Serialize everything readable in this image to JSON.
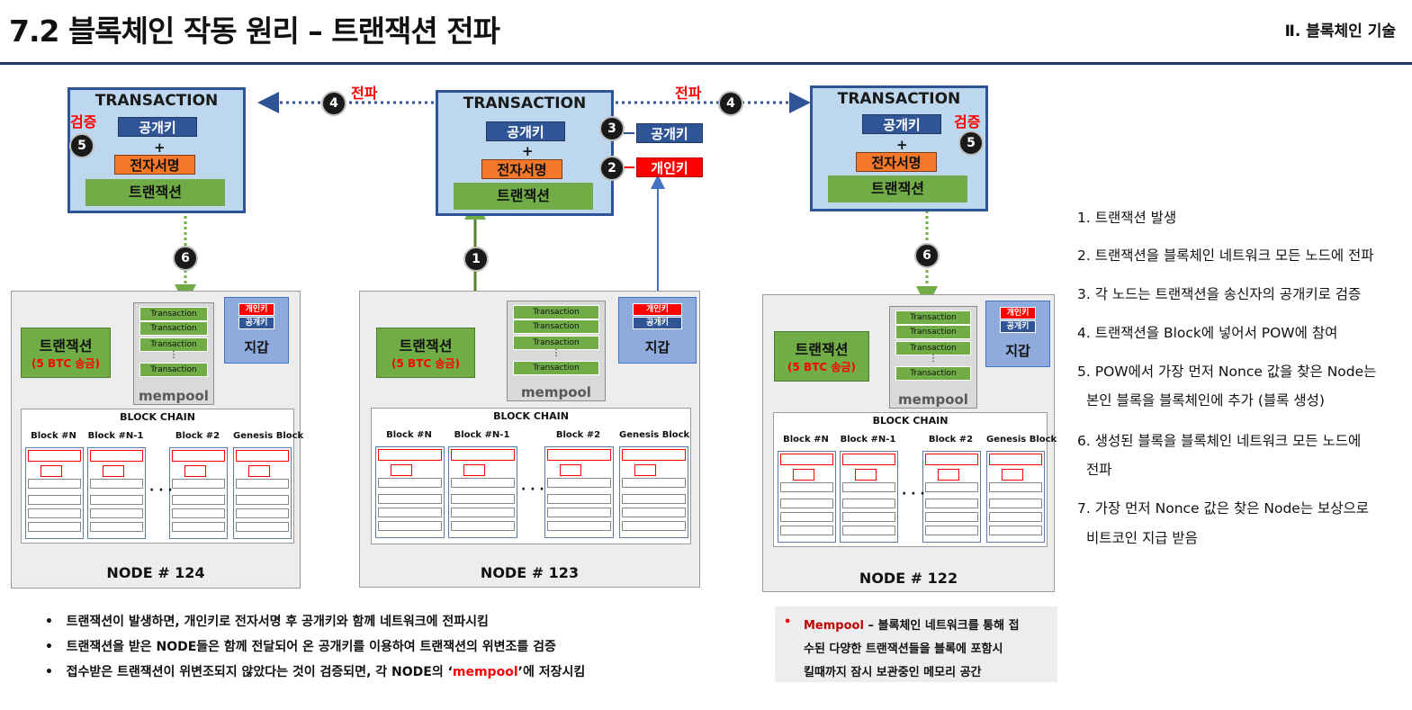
{
  "title": "7.2 블록체인 작동 원리  –  트랜잭션 전파",
  "section": "Ⅱ. 블록체인 기술",
  "tx_box": {
    "title": "TRANSACTION",
    "public_key": "공개키",
    "plus": "+",
    "signature": "전자서명",
    "transaction": "트랜잭션"
  },
  "labels": {
    "verify": "검증",
    "propagate": "전파",
    "public_key": "공개키",
    "private_key": "개인키"
  },
  "step_numbers": [
    "1",
    "2",
    "3",
    "4",
    "5",
    "6"
  ],
  "node_common": {
    "wallet_tx": "트랜잭션",
    "wallet_tx_amount": "(5 BTC 송금)",
    "mempool_items": [
      "Transaction",
      "Transaction",
      "Transaction",
      "Transaction"
    ],
    "mempool_dots": "⋮",
    "mempool_label": "mempool",
    "wallet_private": "개인키",
    "wallet_public": "공개키",
    "wallet_label": "지갑",
    "chain_title": "BLOCK CHAIN",
    "block_labels": [
      "Block #N",
      "Block #N-1",
      "Block #2",
      "Genesis Block"
    ],
    "chain_dots": "· · ·"
  },
  "nodes": [
    "NODE # 124",
    "NODE # 123",
    "NODE # 122"
  ],
  "steps": [
    "1. 트랜잭션 발생",
    "2. 트랜잭션을 블록체인 네트워크 모든 노드에 전파",
    "3. 각 노드는 트랜잭션을 송신자의 공개키로 검증",
    "4. 트랜잭션을 Block에 넣어서 POW에 참여",
    "5. POW에서 가장 먼저 Nonce 값을 찾은 Node는",
    "본인 블록을 블록체인에 추가 (블록 생성)",
    "6. 생성된 블록을 블록체인 네트워크 모든 노드에",
    "전파",
    "7. 가장 먼저 Nonce 값은 찾은 Node는 보상으로",
    "비트코인 지급 받음"
  ],
  "bullets": [
    "트랜잭션이 발생하면, 개인키로 전자서명 후 공개키와 함께 네트워크에 전파시킴",
    "트랜잭션을 받은 NODE들은 함께 전달되어 온 공개키를 이용하여 트랜잭션의 위변조를 검증",
    "접수받은 트랜잭션이 위변조되지 않았다는 것이 검증되면, 각 NODE의 ‘",
    "mempool",
    "’에 저장시킴"
  ],
  "note": {
    "term": "Mempool",
    "text1": " – 블록체인 네트워크를 통해 접",
    "text2": "수된 다양한 트랜잭션들을 블록에 포함시",
    "text3": "킬때까지 잠시 보관중인 메모리 공간"
  },
  "colors": {
    "accent": "#1f3763",
    "red": "#ff0000",
    "green": "#70ad47",
    "blue": "#2f5597",
    "orange": "#f4772a",
    "tx_bg": "#bdd7ee"
  }
}
